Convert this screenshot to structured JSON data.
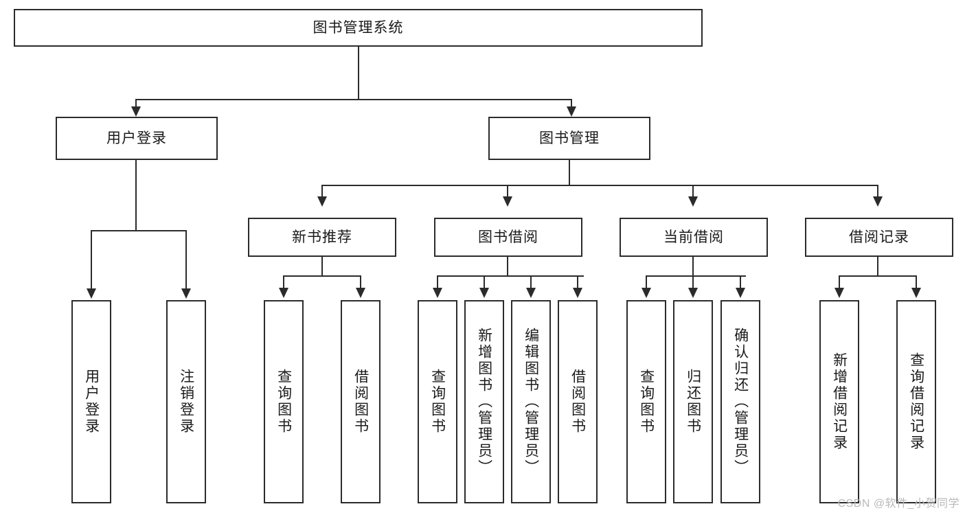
{
  "diagram": {
    "type": "tree",
    "title": "图书管理系统",
    "orientation": "top-down",
    "colors": {
      "box_border": "#2b2b2b",
      "box_fill": "#ffffff",
      "connector": "#2b2b2b",
      "text": "#1a1a1a",
      "watermark": "#b9b9b9"
    },
    "root": {
      "label": "图书管理系统"
    },
    "level2": [
      {
        "label": "用户登录"
      },
      {
        "label": "图书管理"
      }
    ],
    "level3": [
      {
        "label": "新书推荐"
      },
      {
        "label": "图书借阅"
      },
      {
        "label": "当前借阅"
      },
      {
        "label": "借阅记录"
      }
    ],
    "leaves": {
      "user_login": [
        {
          "label": "用户登录"
        },
        {
          "label": "注销登录"
        }
      ],
      "new_book": [
        {
          "label": "查询图书"
        },
        {
          "label": "借阅图书"
        }
      ],
      "book_borrow": [
        {
          "label": "查询图书"
        },
        {
          "label": "新增图书（管理员）"
        },
        {
          "label": "编辑图书（管理员）"
        },
        {
          "label": "借阅图书"
        }
      ],
      "current_borrow": [
        {
          "label": "查询图书"
        },
        {
          "label": "归还图书"
        },
        {
          "label": "确认归还（管理员）"
        }
      ],
      "borrow_record": [
        {
          "label": "新增借阅记录"
        },
        {
          "label": "查询借阅记录"
        }
      ]
    }
  },
  "watermark": {
    "text": "CSDN @软件_小贺同学"
  }
}
